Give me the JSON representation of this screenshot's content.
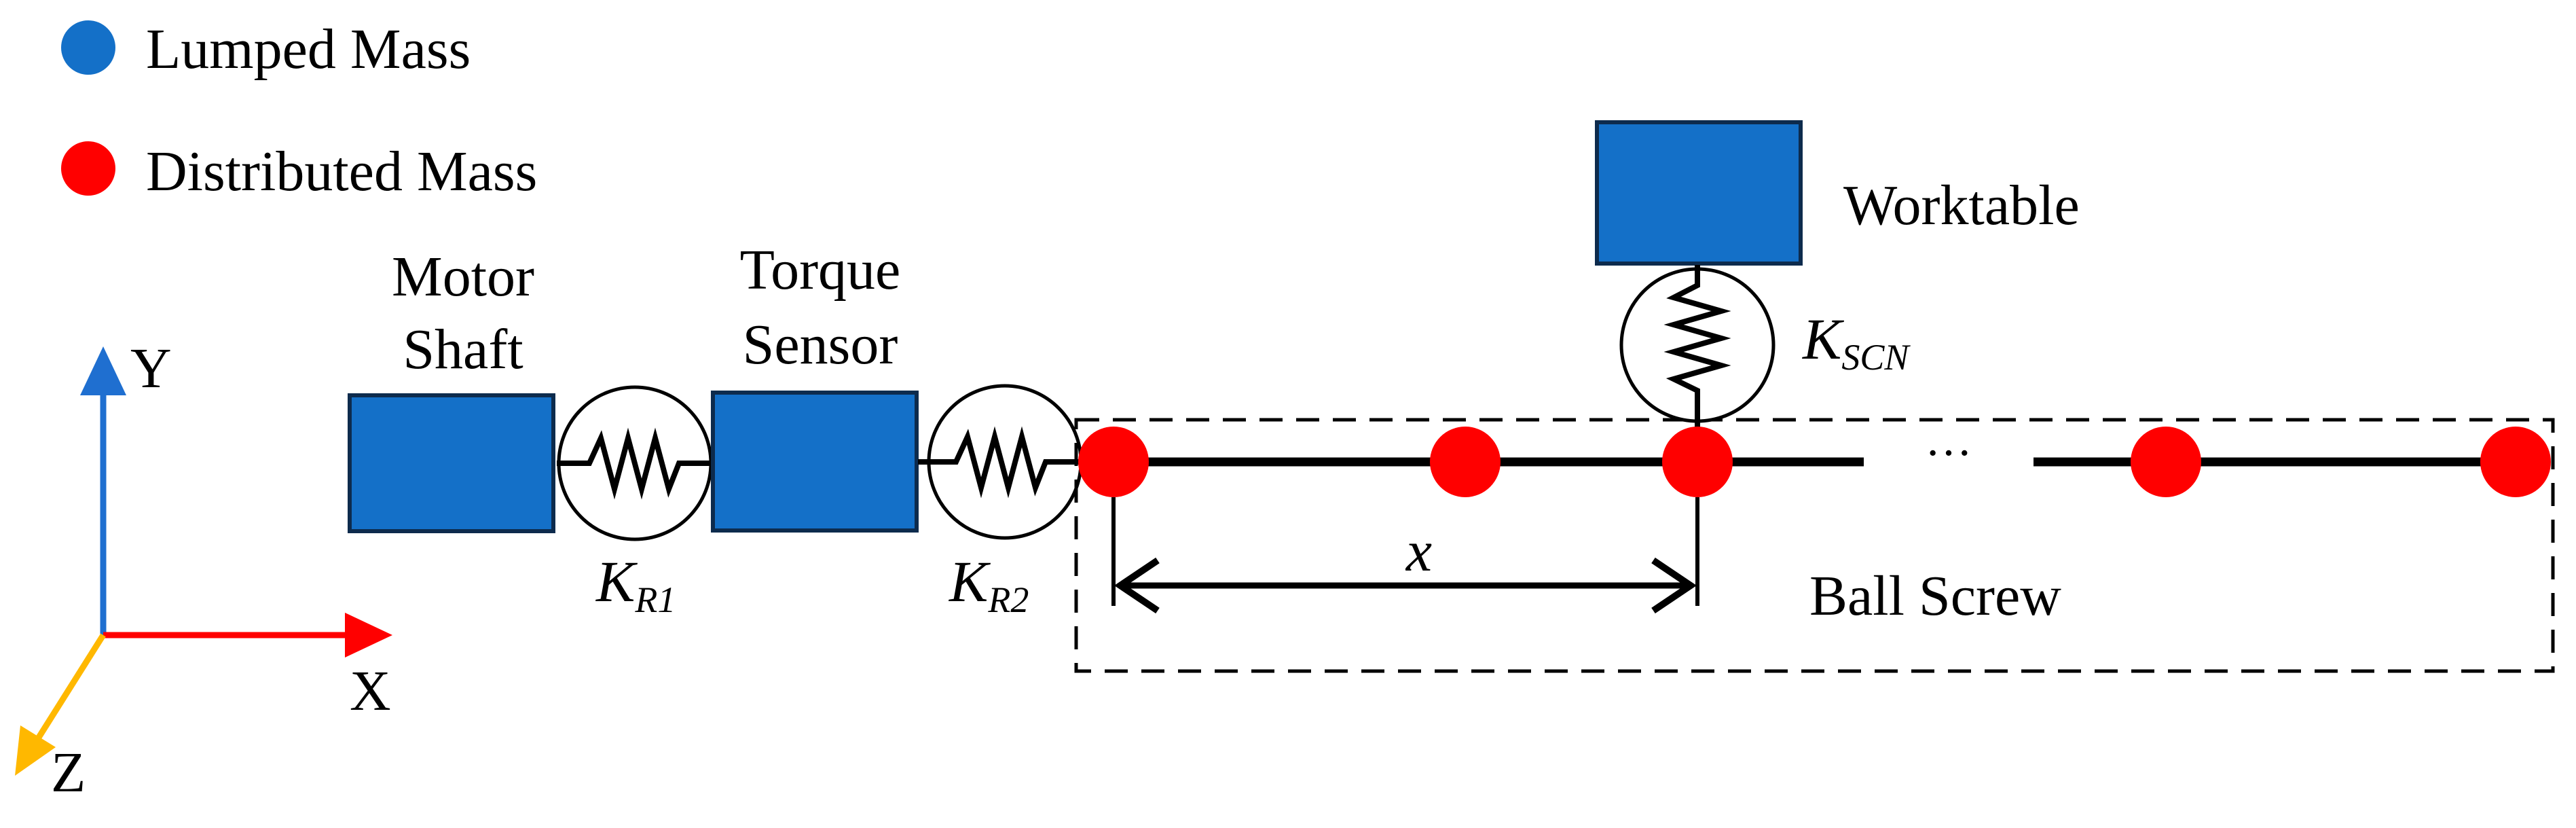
{
  "legend": {
    "items": [
      {
        "label": "Lumped Mass",
        "color": "#1470c8"
      },
      {
        "label": "Distributed Mass",
        "color": "#ff0000"
      }
    ]
  },
  "axes": {
    "y_label": "Y",
    "x_label": "X",
    "z_label": "Z",
    "y_color": "#1f6fd0",
    "x_color": "#ff0000",
    "z_color": "#ffb800"
  },
  "components": {
    "motor_shaft": {
      "line1": "Motor",
      "line2": "Shaft"
    },
    "torque_sensor": {
      "line1": "Torque",
      "line2": "Sensor"
    },
    "worktable": {
      "label": "Worktable"
    },
    "ball_screw": {
      "label": "Ball Screw"
    }
  },
  "stiffness": {
    "kr1": {
      "main": "K",
      "sub": "R1"
    },
    "kr2": {
      "main": "K",
      "sub": "R2"
    },
    "kscn": {
      "main": "K",
      "sub": "SCN"
    }
  },
  "dimension": {
    "label": "x"
  },
  "ellipsis": "···",
  "colors": {
    "block_fill": "#1470c8",
    "block_stroke": "#0d2b4d",
    "node_fill": "#ff0000"
  }
}
